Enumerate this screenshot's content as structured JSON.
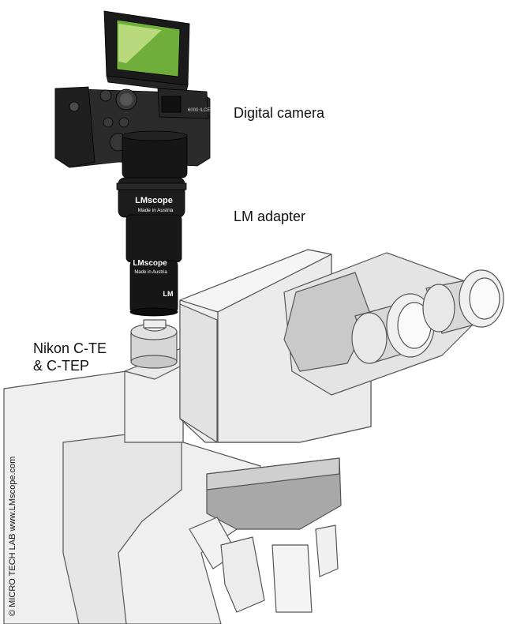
{
  "labels": {
    "camera": "Digital camera",
    "adapter": "LM adapter",
    "nikon_line1": "Nikon C-TE",
    "nikon_line2": "& C-TEP"
  },
  "copyright": "© MICRO TECH LAB www.LMscope.com",
  "adapter_brand": {
    "name": "LMscope",
    "origin": "Made in Austria",
    "short": "LM"
  },
  "camera_marks": {
    "badge": "6000 ILCE"
  },
  "colors": {
    "microscope_fill": "#efefef",
    "microscope_shade": "#d9d9d9",
    "microscope_dark": "#a8a8a8",
    "outline": "#555555",
    "camera_body": "#2b2b2b",
    "adapter": "#161616",
    "screen": "#6fae3a"
  }
}
